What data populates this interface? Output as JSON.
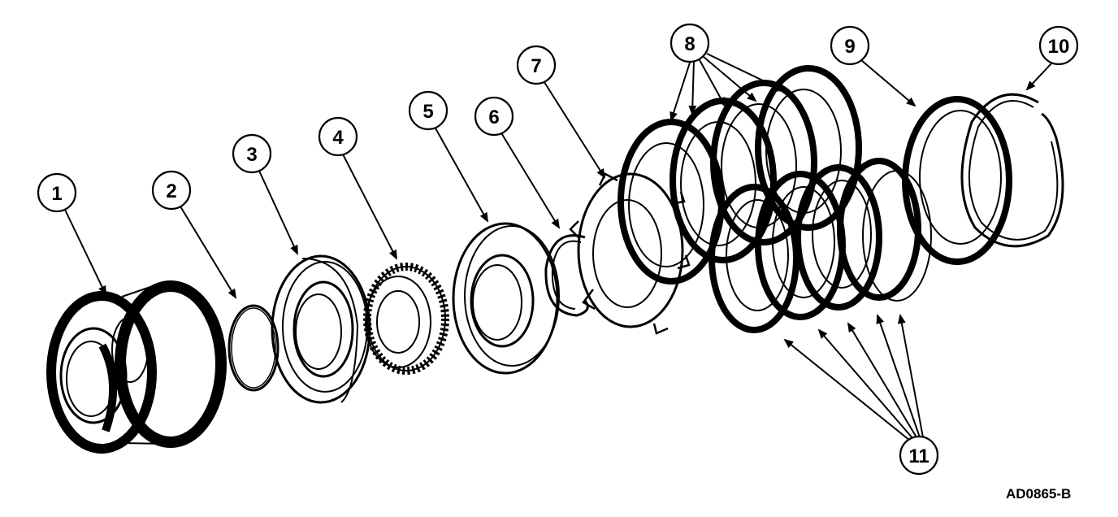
{
  "callouts": {
    "c1": "1",
    "c2": "2",
    "c3": "3",
    "c4": "4",
    "c5": "5",
    "c6": "6",
    "c7": "7",
    "c8": "8",
    "c9": "9",
    "c10": "10",
    "c11": "11"
  },
  "figure_code": "AD0865-B"
}
